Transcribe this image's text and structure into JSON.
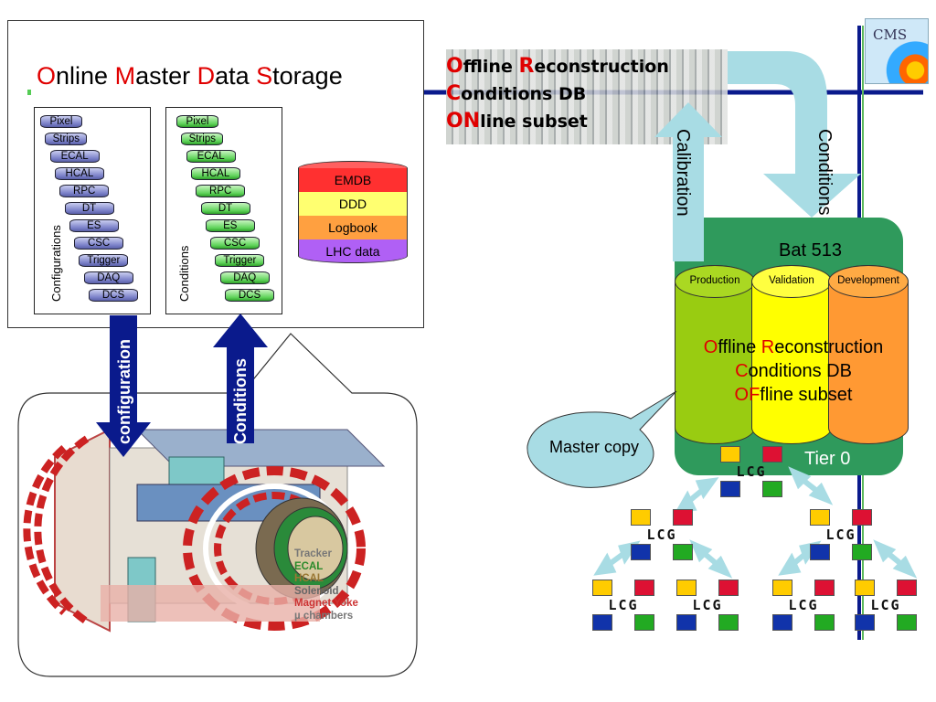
{
  "omds": {
    "title_parts": [
      {
        "cap": "O",
        "rest": "nline "
      },
      {
        "cap": "M",
        "rest": "aster "
      },
      {
        "cap": "D",
        "rest": "ata "
      },
      {
        "cap": "S",
        "rest": "torage"
      }
    ],
    "config_label": "Configurations",
    "conditions_label": "Conditions",
    "subsystems": [
      "Pixel",
      "Strips",
      "ECAL",
      "HCAL",
      "RPC",
      "DT",
      "ES",
      "CSC",
      "Trigger",
      "DAQ",
      "DCS"
    ],
    "databases": [
      {
        "label": "EMDB",
        "color": "#ff3030"
      },
      {
        "label": "DDD",
        "color": "#ffff60"
      },
      {
        "label": "Logbook",
        "color": "#ff9a30"
      },
      {
        "label": "LHC data",
        "color": "#a050f0"
      }
    ]
  },
  "arrows": {
    "configuration": "configuration",
    "conditions_up": "Conditions",
    "calibration": "Calibration",
    "conditions_right": "Conditions"
  },
  "orcon": {
    "lines": [
      {
        "cap": "O",
        "rest": "ffline ",
        "cap2": "R",
        "rest2": "econstruction"
      },
      {
        "cap": "C",
        "rest": "onditions DB",
        "cap2": "",
        "rest2": ""
      },
      {
        "cap": "ON",
        "rest": "line subset",
        "cap2": "",
        "rest2": ""
      }
    ]
  },
  "bat513": {
    "title": "Bat 513",
    "tiers": [
      {
        "label": "Production",
        "color": "#99cc11"
      },
      {
        "label": "Validation",
        "color": "#ffff00"
      },
      {
        "label": "Development",
        "color": "#ff9933"
      }
    ],
    "oroff": [
      {
        "cap": "O",
        "rest": "ffline ",
        "cap2": "R",
        "rest2": "econstruction"
      },
      {
        "cap": "C",
        "rest": "onditions DB",
        "cap2": "",
        "rest2": ""
      },
      {
        "cap": "OF",
        "rest": "fline subset",
        "cap2": "",
        "rest2": ""
      }
    ],
    "tier0": "Tier 0"
  },
  "callout": {
    "master_copy": "Master copy"
  },
  "lcg_text": "LCG",
  "cms_logo": "CMS",
  "detector_legend": [
    "Tracker",
    "ECAL",
    "HCAL",
    "Solenoid",
    "Magnet Yoke",
    "µ chambers"
  ],
  "colors": {
    "accent_red": "#e00000",
    "bat_green": "#2f9a5c",
    "arrow_blue": "#0a1a8c",
    "arrow_cyan": "#a8dce4"
  }
}
